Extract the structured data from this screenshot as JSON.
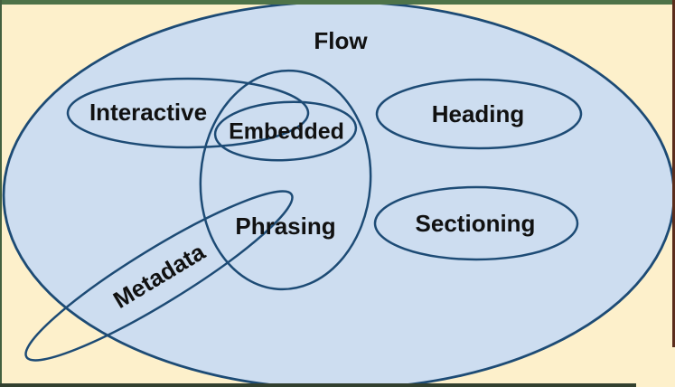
{
  "labels": {
    "flow": "Flow",
    "interactive": "Interactive",
    "embedded": "Embedded",
    "heading": "Heading",
    "phrasing": "Phrasing",
    "sectioning": "Sectioning",
    "metadata": "Metadata"
  },
  "colors": {
    "canvas_background": "#fdf0cb",
    "flow_fill": "#cdddf0",
    "ellipse_stroke": "#1d4b75",
    "label_text": "#111111",
    "frame_top_green": "#4e7349",
    "frame_left_green": "#42603f",
    "frame_bottom_dark": "#32402f",
    "frame_right_brown": "#5b2d1c"
  }
}
